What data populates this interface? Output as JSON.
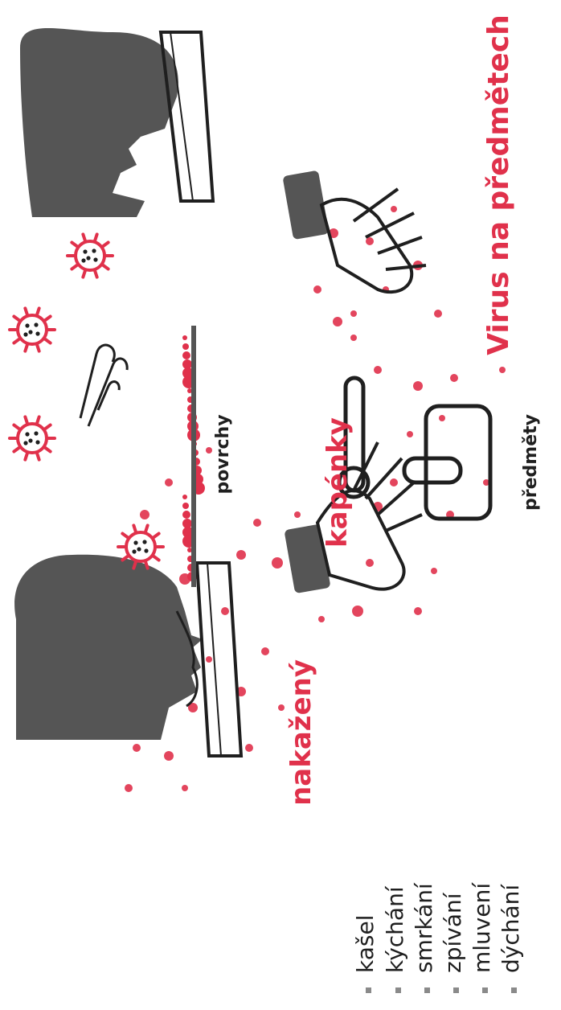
{
  "labels": {
    "infected": "nakažený",
    "droplets": "kapénky",
    "surfaces": "povrchy",
    "objects": "předměty",
    "virus_on_objects": "Virus na předmětech"
  },
  "symptoms": [
    "kašel",
    "kýchání",
    "smrkání",
    "zpívání",
    "mluvení",
    "dýchání"
  ],
  "colors": {
    "accent": "#e0314b",
    "dark": "#1f1f1f",
    "head": "#555555"
  }
}
